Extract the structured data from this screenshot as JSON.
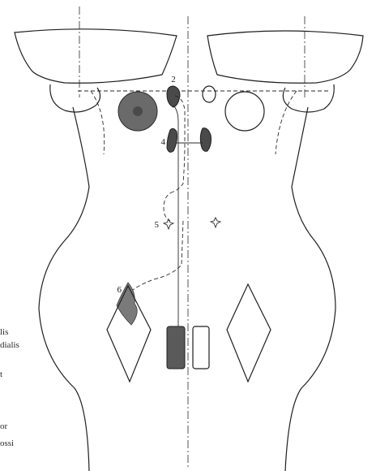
{
  "markers": [
    "2",
    "4",
    "5",
    "6"
  ],
  "side_text": [
    "lis",
    "dialis",
    "t",
    "or",
    "ossi"
  ],
  "colors": {
    "ink": "#1f1f1f",
    "dark_fill": "#4a4a4a",
    "mid_fill": "#7a7a7a"
  }
}
